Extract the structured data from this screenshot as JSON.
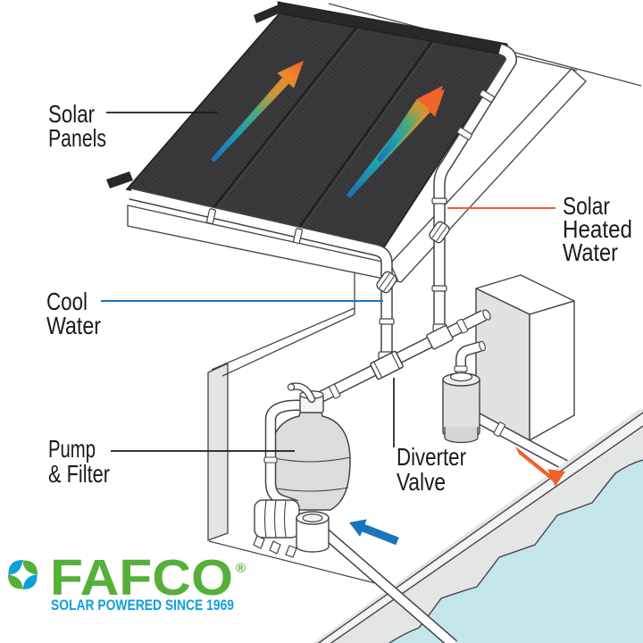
{
  "labels": {
    "solar_panels": [
      "Solar",
      "Panels"
    ],
    "cool_water": [
      "Cool",
      "Water"
    ],
    "solar_heated_water": [
      "Solar",
      "Heated",
      "Water"
    ],
    "pump_filter": [
      "Pump",
      "& Filter"
    ],
    "diverter_valve": [
      "Diverter",
      "Valve"
    ]
  },
  "logo": {
    "brand": "FAFCO",
    "registered": "®",
    "tagline": "SOLAR POWERED SINCE 1969"
  },
  "colors": {
    "panel_dark": "#3B3B3E",
    "panel_header": "#28282B",
    "arrow_gradient": [
      "#1D6FB7",
      "#1F9FAE",
      "#4FA87B",
      "#C79838",
      "#F1602A"
    ],
    "flow_orange": "#F15F29",
    "flow_blue": "#1B75BC",
    "label_black": "#1A1A1A",
    "label_blue": "#1B75BC",
    "label_orange": "#F15F29",
    "logo_green": "#55B03A",
    "logo_blue": "#0FA0DB",
    "pool_water": "#C4E6EA",
    "coping_gray": "#E4E5E5",
    "equipment_gray": "#DBDCDD",
    "line_dark": "#434345"
  }
}
